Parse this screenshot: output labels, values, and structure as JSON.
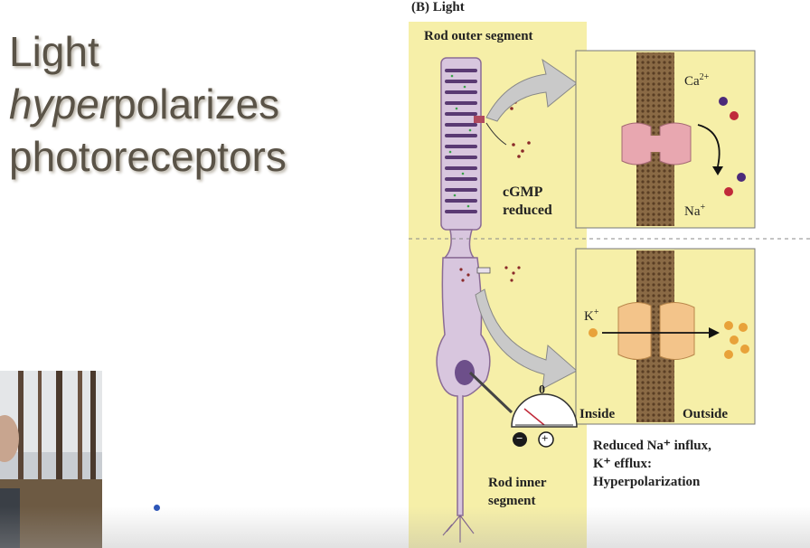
{
  "slide": {
    "title_line1": "Light",
    "title_line2_italic": "hyper",
    "title_line2_rest": "polarizes",
    "title_line3": "photoreceptors"
  },
  "figure": {
    "panel_label": "(B)  Light",
    "rod_outer_segment": "Rod outer segment",
    "cgmp_line1": "cGMP",
    "cgmp_line2": "reduced",
    "ca_ion": "Ca",
    "ca_charge": "2+",
    "na_ion": "Na",
    "na_charge": "+",
    "k_ion": "K",
    "k_charge": "+",
    "inside": "Inside",
    "outside": "Outside",
    "meter_zero": "0",
    "meter_minus": "−",
    "meter_plus": "+",
    "rod_inner_line1": "Rod inner",
    "rod_inner_line2": "segment",
    "caption_line1": "Reduced Na⁺ influx,",
    "caption_line2": "K⁺ efflux:",
    "caption_line3": "Hyperpolarization"
  },
  "colors": {
    "panel_yellow": "#f6efa8",
    "rod_purple": "#d8c6de",
    "disc_purple": "#5a3a73",
    "channel_pink": "#e8a7b0",
    "channel_orange": "#f3c48a",
    "membrane_brown": "#7a5a3a",
    "title_gray": "#5a5347"
  }
}
